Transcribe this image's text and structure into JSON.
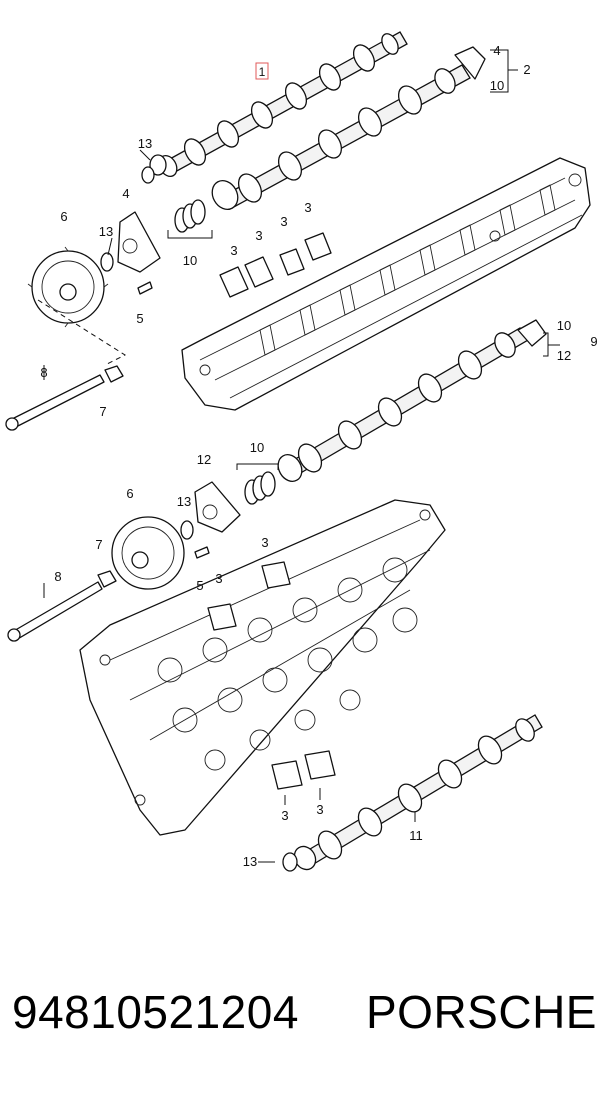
{
  "diagram": {
    "callouts": {
      "c1": "1",
      "c2": "2",
      "c4": "4",
      "c10a": "10",
      "c13a": "13",
      "c4b": "4",
      "c6a": "6",
      "c13b": "13",
      "c10b": "10",
      "c5a": "5",
      "c3a": "3",
      "c3b": "3",
      "c3c": "3",
      "c3d": "3",
      "c10c": "10",
      "c9": "9",
      "c12a": "12",
      "c8a": "8",
      "c7a": "7",
      "c10d": "10",
      "c12b": "12",
      "c6b": "6",
      "c13c": "13",
      "c7b": "7",
      "c5b": "5",
      "c3e": "3",
      "c3f": "3",
      "c8b": "8",
      "c3g": "3",
      "c3h": "3",
      "c11": "11",
      "c13d": "13"
    },
    "highlight_color": "#e05a5a"
  },
  "footer": {
    "part_number": "94810521204",
    "brand": "PORSCHE"
  }
}
